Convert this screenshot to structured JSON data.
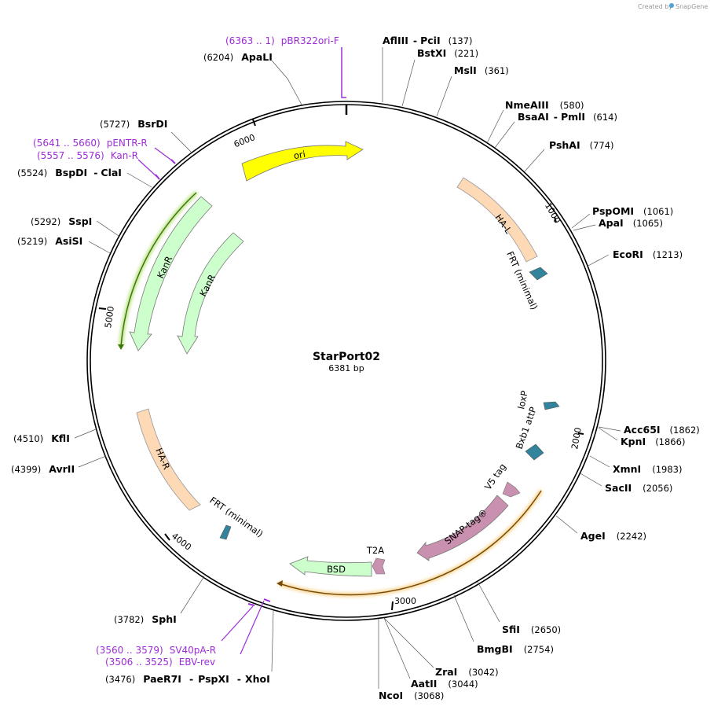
{
  "credit": {
    "created_by": "Created by",
    "brand": "SnapGene"
  },
  "plasmid": {
    "name": "StarPort02",
    "length_text": "6381 bp",
    "length_bp": 6381
  },
  "ticks": [
    "1000",
    "2000",
    "3000",
    "4000",
    "5000",
    "6000"
  ],
  "colors": {
    "backbone": "#000000",
    "primer": "#9d2cd9",
    "ori": "#ffff00",
    "homology_arm": "#fdd9b5",
    "frt": "#31849b",
    "kanr": "#ccffcc",
    "bsd": "#ccffcc",
    "v5": "#c990b0",
    "snap": "#c990b0",
    "kanr_orf": "#5fa617",
    "snap_orf": "#d99a2b"
  },
  "features": [
    {
      "label": "ori"
    },
    {
      "label": "HA-L"
    },
    {
      "label": "FRT (minimal)"
    },
    {
      "label": "loxP"
    },
    {
      "label": "Bxb1 attP"
    },
    {
      "label": "V5 tag"
    },
    {
      "label": "SNAP-tag®"
    },
    {
      "label": "T2A"
    },
    {
      "label": "BSD"
    },
    {
      "label": "FRT (minimal)"
    },
    {
      "label": "HA-R"
    },
    {
      "label": "KanR"
    },
    {
      "label": "KanR"
    }
  ],
  "sites": [
    {
      "parts": [
        "AflIII",
        "PciI"
      ],
      "pos": "(137)"
    },
    {
      "parts": [
        "BstXI"
      ],
      "pos": "(221)"
    },
    {
      "parts": [
        "MslI"
      ],
      "pos": "(361)"
    },
    {
      "parts": [
        "NmeAIII"
      ],
      "pos": "(580)"
    },
    {
      "parts": [
        "BsaAI",
        "PmlI"
      ],
      "pos": "(614)"
    },
    {
      "parts": [
        "PshAI"
      ],
      "pos": "(774)"
    },
    {
      "parts": [
        "PspOMI"
      ],
      "pos": "(1061)"
    },
    {
      "parts": [
        "ApaI"
      ],
      "pos": "(1065)"
    },
    {
      "parts": [
        "EcoRI"
      ],
      "pos": "(1213)"
    },
    {
      "parts": [
        "Acc65I"
      ],
      "pos": "(1862)"
    },
    {
      "parts": [
        "KpnI"
      ],
      "pos": "(1866)"
    },
    {
      "parts": [
        "XmnI"
      ],
      "pos": "(1983)"
    },
    {
      "parts": [
        "SacII"
      ],
      "pos": "(2056)"
    },
    {
      "parts": [
        "AgeI"
      ],
      "pos": "(2242)"
    },
    {
      "parts": [
        "SfiI"
      ],
      "pos": "(2650)"
    },
    {
      "parts": [
        "BmgBI"
      ],
      "pos": "(2754)"
    },
    {
      "parts": [
        "ZraI"
      ],
      "pos": "(3042)"
    },
    {
      "parts": [
        "AatII"
      ],
      "pos": "(3044)"
    },
    {
      "parts": [
        "NcoI"
      ],
      "pos": "(3068)"
    },
    {
      "parts": [
        "PaeR7I",
        "PspXI",
        "XhoI"
      ],
      "pos": "(3476)"
    },
    {
      "parts": [
        "SphI"
      ],
      "pos": "(3782)"
    },
    {
      "parts": [
        "AvrII"
      ],
      "pos": "(4399)"
    },
    {
      "parts": [
        "KflI"
      ],
      "pos": "(4510)"
    },
    {
      "parts": [
        "AsiSI"
      ],
      "pos": "(5219)"
    },
    {
      "parts": [
        "SspI"
      ],
      "pos": "(5292)"
    },
    {
      "parts": [
        "BspDI",
        "ClaI"
      ],
      "pos": "(5524)"
    },
    {
      "parts": [
        "BsrDI"
      ],
      "pos": "(5727)"
    },
    {
      "parts": [
        "ApaLI"
      ],
      "pos": "(6204)"
    }
  ],
  "primers": [
    {
      "name": "pBR322ori-F",
      "pos": "(6363 .. 1)"
    },
    {
      "name": "pENTR-R",
      "pos": "(5641 .. 5660)"
    },
    {
      "name": "Kan-R",
      "pos": "(5557 .. 5576)"
    },
    {
      "name": "SV40pA-R",
      "pos": "(3560 .. 3579)"
    },
    {
      "name": "EBV-rev",
      "pos": "(3506 .. 3525)"
    }
  ]
}
